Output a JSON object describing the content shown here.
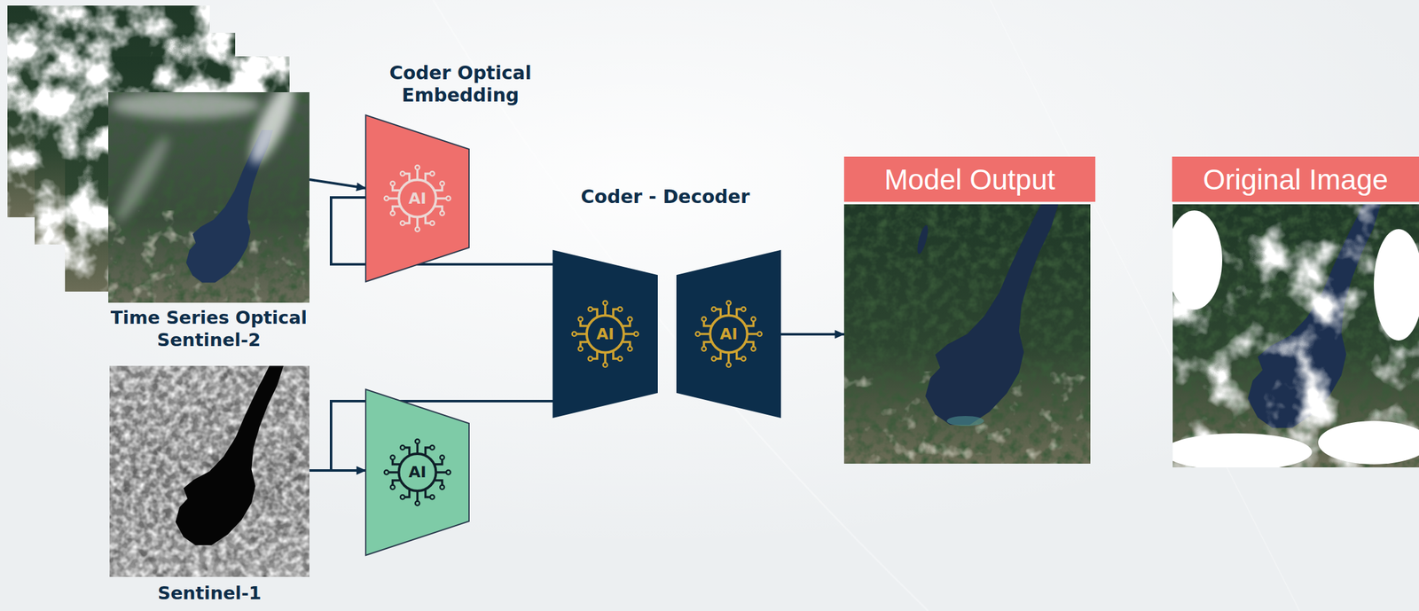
{
  "diagram": {
    "nodes": [
      {
        "text": [
          "Time Series Optical Sentinel-2"
        ]
      },
      {
        "text": [
          "Coder Optical Embedding",
          "AI"
        ]
      },
      {
        "text": [
          "Sentinel-1"
        ]
      },
      {
        "text": [
          "AI"
        ]
      },
      {
        "text": [
          "AI"
        ]
      },
      {
        "text": [
          "AI"
        ]
      },
      {
        "text": [
          "Model Output"
        ]
      },
      {
        "text": [
          "Original Image"
        ]
      }
    ],
    "edges": [
      {
        "from": 0,
        "to": 1,
        "arrow": "to"
      },
      {
        "from": 2,
        "to": 3,
        "arrow": "to"
      },
      {
        "from": 1,
        "to": 4,
        "arrow": "none"
      },
      {
        "from": 3,
        "to": 4,
        "arrow": "none"
      },
      {
        "from": 5,
        "to": 6,
        "arrow": "to"
      }
    ],
    "labels": [
      "Coder - Decoder"
    ]
  }
}
